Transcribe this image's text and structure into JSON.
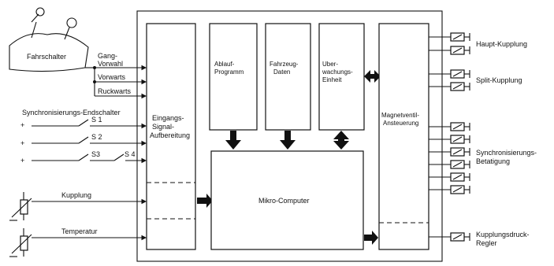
{
  "inputs": {
    "fahrschalter": "Fahrschalter",
    "gang_vorwahl_1": "Gang-",
    "gang_vorwahl_2": "Vorwahl",
    "vorwarts": "Vorwarts",
    "ruckwarts": "Ruckwarts",
    "synchron_endschalter": "Synchronisierungs-Endschalter",
    "s1": "S 1",
    "s2": "S 2",
    "s3": "S3",
    "s4": "S 4",
    "kupplung": "Kupplung",
    "temperatur": "Temperatur",
    "plus": "+"
  },
  "blocks": {
    "eingang_1": "Eingangs-",
    "eingang_2": "Signal-",
    "eingang_3": "Aufbereitung",
    "ablauf_1": "Ablauf-",
    "ablauf_2": "Programm",
    "fahrzeug_1": "Fahrzeug-",
    "fahrzeug_2": "Daten",
    "uber_1": "Uber-",
    "uber_2": "wachungs-",
    "uber_3": "Einheit",
    "mikro": "Mikro-Computer",
    "magnet_1": "Magnetventil-",
    "magnet_2": "Ansteuerung"
  },
  "outputs": {
    "haupt": "Haupt-Kupplung",
    "split": "Split-Kupplung",
    "sync_1": "Synchronisierungs-",
    "sync_2": "Betatigung",
    "kdruck_1": "Kupplungsdruck-",
    "kdruck_2": "Regler"
  }
}
